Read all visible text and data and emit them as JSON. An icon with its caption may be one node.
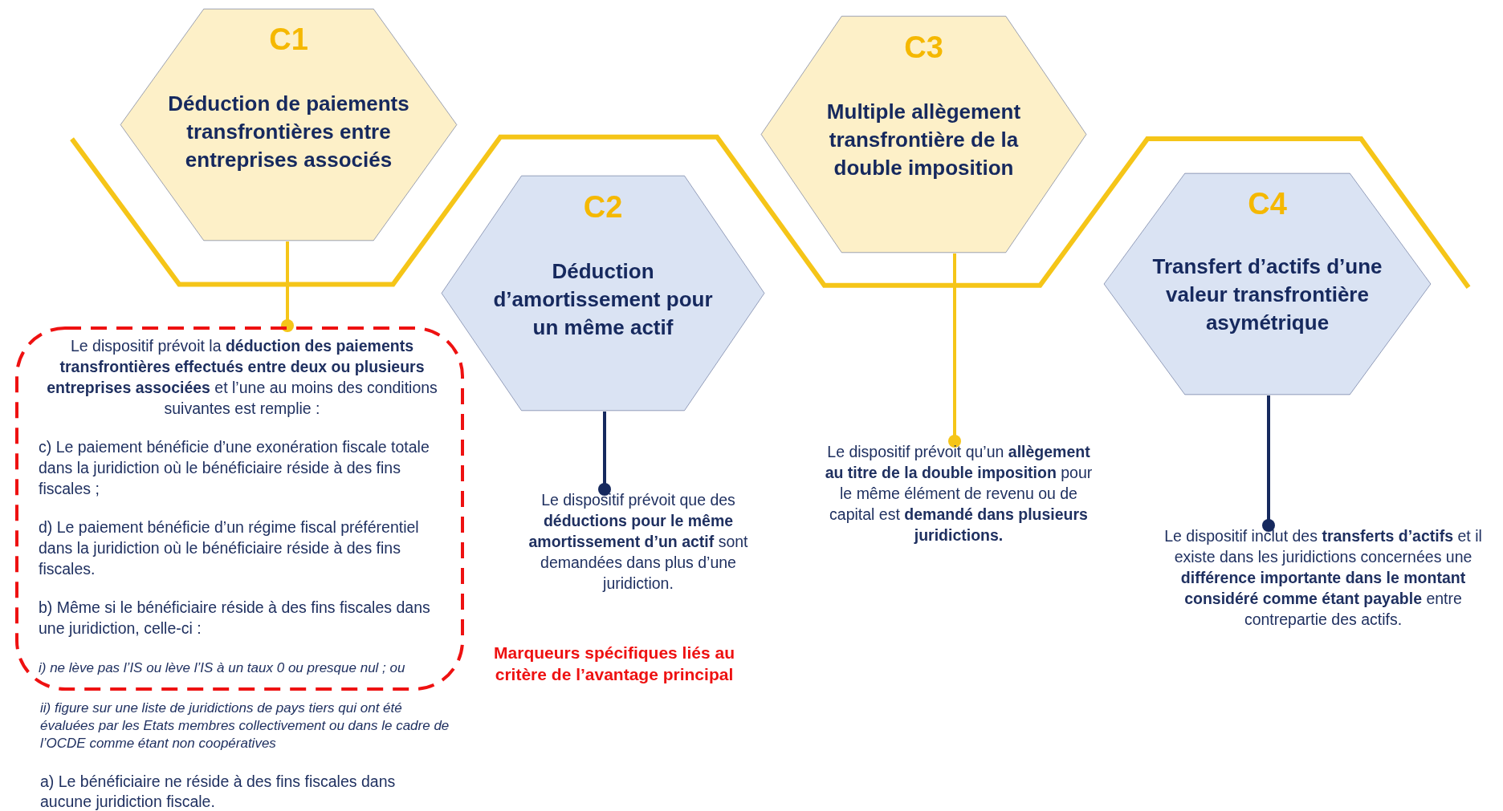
{
  "diagram": {
    "nodes": [
      {
        "text": [
          "C1",
          "Déduction de paiements transfrontières entre entreprises associés"
        ]
      },
      {
        "text": [
          "Le dispositif prévoit la **déduction des paiements transfrontières effectués entre deux ou plusieurs entreprises associées** et l’une au moins des conditions suivantes est remplie :",
          "c) Le paiement bénéficie d’une exonération fiscale totale dans la juridiction où le bénéficiaire réside à des fins fiscales ;",
          "d) Le paiement bénéficie d’un régime fiscal préférentiel dans la juridiction où le bénéficiaire réside à des fins fiscales.",
          "b) Même si le bénéficiaire réside à des fins fiscales dans une juridiction, celle-ci :",
          "i) ne lève pas l’IS ou lève l’IS à un taux 0 ou presque nul ; ou"
        ]
      },
      {
        "text": [
          "C2",
          "Déduction d’amortissement pour un même actif"
        ]
      },
      {
        "text": [
          "Le dispositif prévoit que des **déductions pour le même amortissement d’un actif** sont demandées dans plus d’une juridiction."
        ]
      },
      {
        "text": [
          "C3",
          "Multiple allègement transfrontière de la double imposition"
        ]
      },
      {
        "text": [
          "Le dispositif prévoit qu’un **allègement au titre de la double imposition** pour le même élément de revenu ou de capital est **demandé dans plusieurs juridictions.**"
        ]
      },
      {
        "text": [
          "C4",
          "Transfert d’actifs d’une valeur transfrontière asymétrique"
        ]
      },
      {
        "text": [
          "Le dispositif inclut des **transferts d’actifs** et il existe dans les juridictions concernées une **différence importante dans le montant considéré comme étant payable** entre contrepartie des actifs."
        ]
      }
    ],
    "edges": [
      {
        "from": 0,
        "to": 1,
        "arrow": "other",
        "color": "#f5c518"
      },
      {
        "from": 2,
        "to": 3,
        "arrow": "other",
        "color": "#16295e"
      },
      {
        "from": 4,
        "to": 5,
        "arrow": "other",
        "color": "#f5c518"
      },
      {
        "from": 6,
        "to": 7,
        "arrow": "other",
        "color": "#16295e"
      }
    ],
    "labels": [
      "ii) figure sur une liste de juridictions de pays tiers qui ont été évaluées par les Etats membres collectivement ou dans le cadre de l’OCDE comme étant non coopératives",
      "a) Le bénéficiaire ne réside à des fins fiscales dans aucune juridiction fiscale.",
      "Marqueurs spécifiques liés au critère de l’avantage principal"
    ]
  }
}
